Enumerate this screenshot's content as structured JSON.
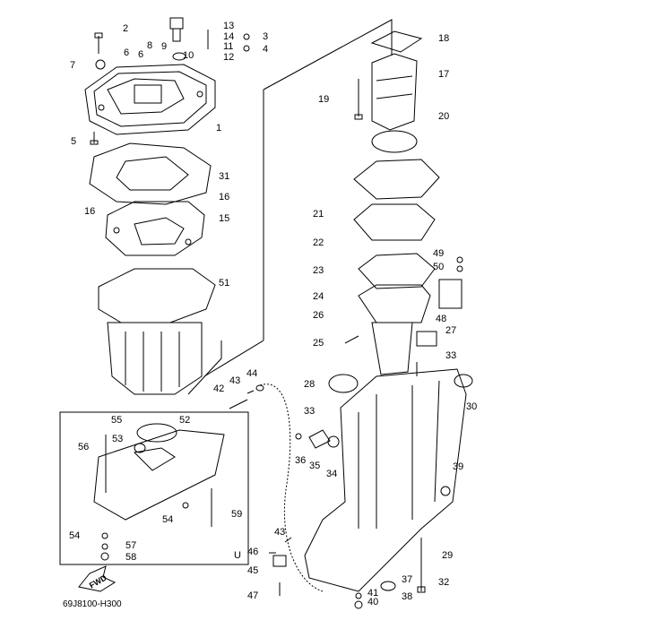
{
  "diagram": {
    "code": "69J8100-H300",
    "fwd_label": "FWD",
    "inset_mark": "U",
    "labels": [
      "1",
      "2",
      "3",
      "4",
      "5",
      "6",
      "6",
      "7",
      "8",
      "9",
      "10",
      "11",
      "12",
      "13",
      "14",
      "15",
      "16",
      "16",
      "17",
      "18",
      "19",
      "20",
      "21",
      "22",
      "23",
      "24",
      "25",
      "26",
      "27",
      "28",
      "29",
      "30",
      "31",
      "32",
      "33",
      "33",
      "34",
      "35",
      "36",
      "37",
      "38",
      "39",
      "40",
      "41",
      "42",
      "43",
      "43",
      "44",
      "45",
      "46",
      "47",
      "48",
      "49",
      "50",
      "51",
      "52",
      "53",
      "54",
      "54",
      "55",
      "56",
      "57",
      "58",
      "59"
    ]
  }
}
